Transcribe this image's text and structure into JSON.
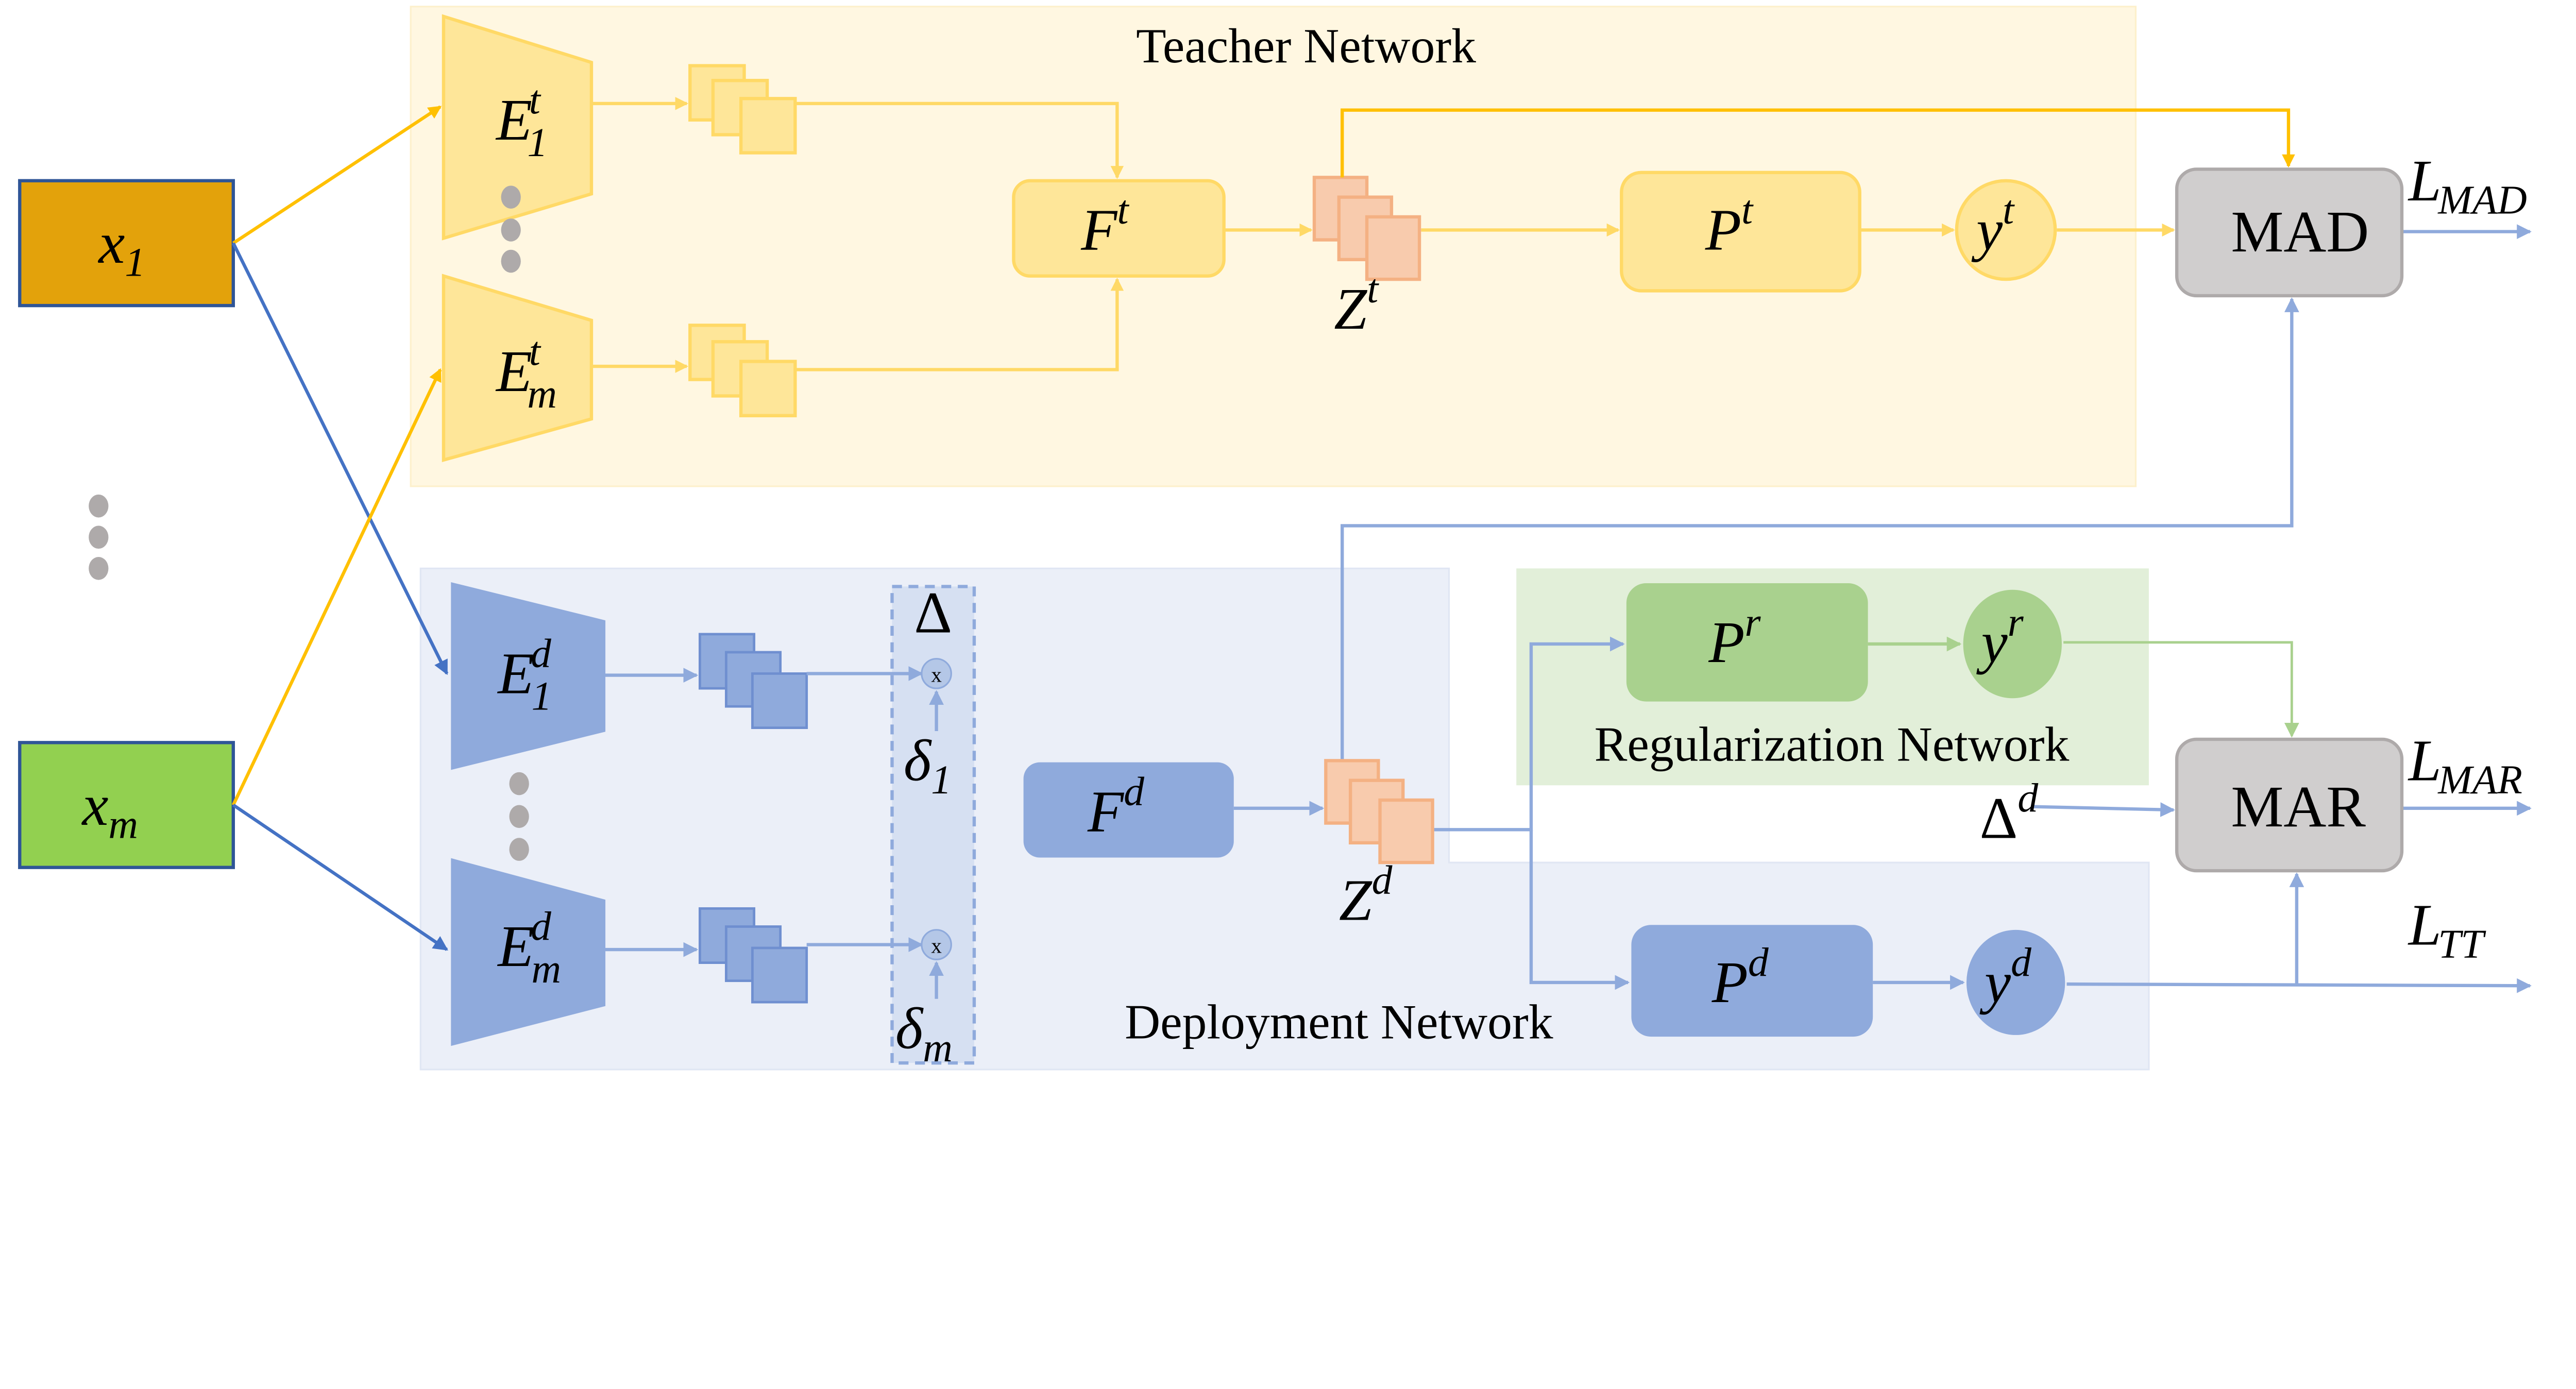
{
  "colors": {
    "teacher_bg": "#fff7e1",
    "deploy_bg": "#ebeff8",
    "reg_bg": "#e2efd9",
    "teacher_fill": "#fee699",
    "teacher_stroke": "#ffd966",
    "deploy_fill": "#8faadc",
    "reg_fill": "#a9d18e",
    "feature_fill": "#f8cbad",
    "feature_stroke": "#f4b183",
    "loss_fill": "#d0cece",
    "x1_fill": "#e3a20b",
    "xm_fill": "#92d050",
    "orange_line": "#ffc000",
    "blue_line": "#4472c4"
  },
  "teacher": {
    "title": "Teacher Network",
    "e1": {
      "b": "E",
      "sup": "t",
      "sub": "1"
    },
    "em": {
      "b": "E",
      "sup": "t",
      "sub": "m"
    },
    "f": {
      "b": "F",
      "sup": "t"
    },
    "z": {
      "b": "Z",
      "sup": "t"
    },
    "p": {
      "b": "P",
      "sup": "t"
    },
    "y": {
      "b": "y",
      "sup": "t"
    }
  },
  "deployment": {
    "title": "Deployment Network",
    "e1": {
      "b": "E",
      "sup": "d",
      "sub": "1"
    },
    "em": {
      "b": "E",
      "sup": "d",
      "sub": "m"
    },
    "delta": "Δ",
    "delta1": {
      "b": "δ",
      "sub": "1"
    },
    "deltam": {
      "b": "δ",
      "sub": "m"
    },
    "mult": "x",
    "f": {
      "b": "F",
      "sup": "d"
    },
    "z": {
      "b": "Z",
      "sup": "d"
    },
    "p": {
      "b": "P",
      "sup": "d"
    },
    "y": {
      "b": "y",
      "sup": "d"
    }
  },
  "regularization": {
    "title": "Regularization Network",
    "p": {
      "b": "P",
      "sup": "r"
    },
    "y": {
      "b": "y",
      "sup": "r"
    }
  },
  "inputs": {
    "x1": {
      "b": "x",
      "sub": "1"
    },
    "xm": {
      "b": "x",
      "sub": "m"
    }
  },
  "losses": {
    "mad": "MAD",
    "mar": "MAR",
    "l_mad": {
      "b": "L",
      "sub": "MAD"
    },
    "l_mar": {
      "b": "L",
      "sub": "MAR"
    },
    "l_tt": {
      "b": "L",
      "sub": "TT"
    },
    "delta_d": {
      "b": "Δ",
      "sup": "d"
    }
  }
}
